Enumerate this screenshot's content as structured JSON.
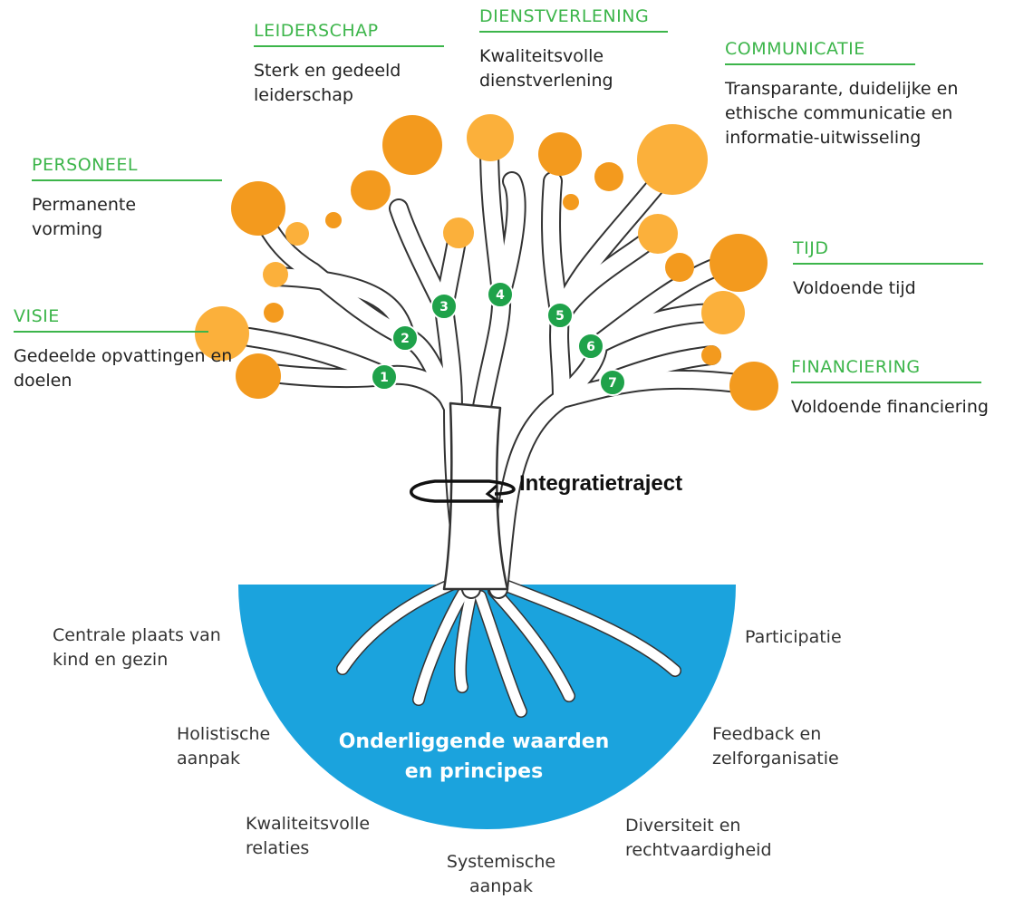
{
  "categories": [
    {
      "id": "visie",
      "title": "VISIE",
      "description": "Gedeelde opvattingen en doelen",
      "number": "1"
    },
    {
      "id": "personeel",
      "title": "PERSONEEL",
      "description": "Permanente vorming",
      "number": "2"
    },
    {
      "id": "leiderschap",
      "title": "LEIDERSCHAP",
      "description": "Sterk en gedeeld leiderschap",
      "number": "3"
    },
    {
      "id": "dienstverlening",
      "title": "DIENSTVERLENING",
      "description": "Kwaliteitsvolle dienstverlening",
      "number": "4"
    },
    {
      "id": "communicatie",
      "title": "COMMUNICATIE",
      "description": "Transparante, duidelijke en ethische communicatie en informatie-uitwisseling",
      "number": "5"
    },
    {
      "id": "tijd",
      "title": "TIJD",
      "description": "Voldoende tijd",
      "number": "6"
    },
    {
      "id": "financiering",
      "title": "FINANCIERING",
      "description": "Voldoende financiering",
      "number": "7"
    }
  ],
  "trunk_label": "Integratietraject",
  "roots_title": "Onderliggende waarden en principes",
  "root_values": [
    "Centrale plaats van kind en gezin",
    "Holistische aanpak",
    "Kwaliteitsvolle relaties",
    "Systemische aanpak",
    "Diversiteit en rechtvaardigheid",
    "Feedback en zelforganisatie",
    "Participatie"
  ],
  "colors": {
    "accent_green": "#3cb54a",
    "bubble_orange": "#f39a1e",
    "bubble_light": "#fbb03b",
    "roots_blue": "#1ba3dd",
    "number_badge": "#1fa24a"
  }
}
